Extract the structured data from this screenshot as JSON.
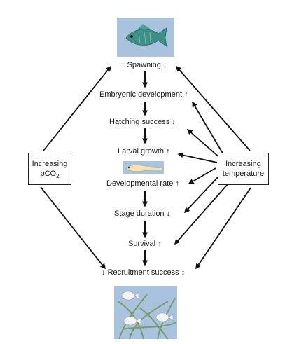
{
  "stages": [
    {
      "id": "spawning",
      "label": "Spawning",
      "pre": "↓",
      "post": "↓"
    },
    {
      "id": "embryonic",
      "label": "Embryonic development",
      "pre": "",
      "post": "↑"
    },
    {
      "id": "hatching",
      "label": "Hatching success",
      "pre": "",
      "post": "↓"
    },
    {
      "id": "larval",
      "label": "Larval growth",
      "pre": "",
      "post": "↑"
    },
    {
      "id": "devrate",
      "label": "Developmental rate",
      "pre": "",
      "post": "↑"
    },
    {
      "id": "stage",
      "label": "Stage duration",
      "pre": "",
      "post": "↓"
    },
    {
      "id": "survival",
      "label": "Survival",
      "pre": "",
      "post": "↑"
    },
    {
      "id": "recruitment",
      "label": "Recruitment success",
      "pre": "↓",
      "post": "↕"
    }
  ],
  "drivers": {
    "co2": {
      "line1": "Increasing",
      "line2_prefix": "pCO",
      "line2_sub": "2"
    },
    "temp": {
      "line1": "Increasing",
      "line2": "temperature"
    }
  },
  "colors": {
    "photo_bg": "#a9c3de",
    "fish": "#3f8f86",
    "larva": "#f1e3b3",
    "seagrass": "#7f9a6c"
  }
}
